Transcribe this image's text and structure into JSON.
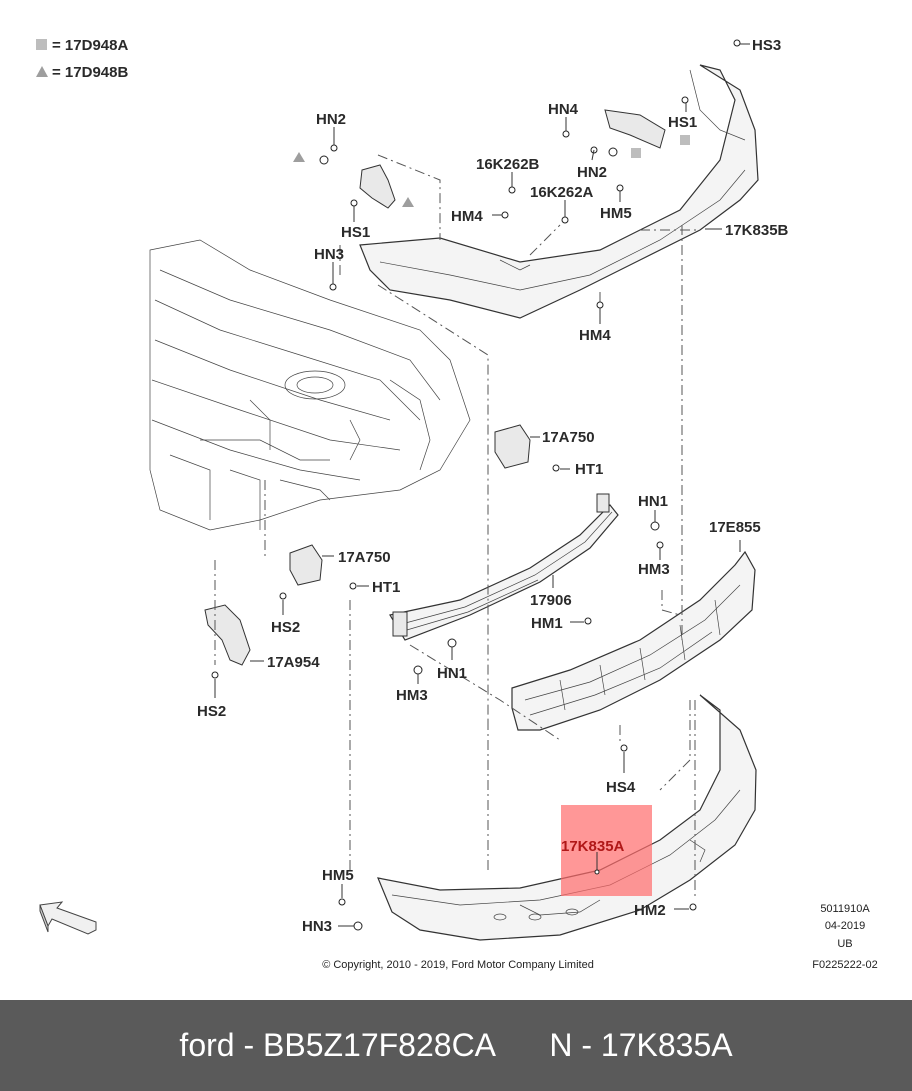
{
  "legend": [
    {
      "marker": "square",
      "text": "= 17D948A",
      "color": "#bdbdbd"
    },
    {
      "marker": "triangle",
      "text": "= 17D948B",
      "color": "#9e9e9e"
    }
  ],
  "labels": {
    "hs3": "HS3",
    "hn4": "HN4",
    "hs1_top": "HS1",
    "hn2_top": "HN2",
    "hn2_mid": "HN2",
    "k16_262b": "16K262B",
    "k16_262a": "16K262A",
    "hm5_top": "HM5",
    "hm4_left": "HM4",
    "hs1_left": "HS1",
    "k17_835b": "17K835B",
    "hn3_top": "HN3",
    "hm4_bottom": "HM4",
    "a17_750_top": "17A750",
    "ht1_top": "HT1",
    "hn1_right": "HN1",
    "e17_855": "17E855",
    "hm3_right": "HM3",
    "a17_750_left": "17A750",
    "ht1_left": "HT1",
    "p17906": "17906",
    "hs2_mid": "HS2",
    "hm1": "HM1",
    "a17_954": "17A954",
    "hn1_bottom": "HN1",
    "hm3_bottom": "HM3",
    "hs2_bottom": "HS2",
    "hs4": "HS4",
    "k17_835a": "17K835A",
    "hm5_bottom": "HM5",
    "hm2": "HM2",
    "hn3_bottom": "HN3"
  },
  "highlight": {
    "color": "#ff6b6b"
  },
  "meta": {
    "line1": "5011910A",
    "line2": "04-2019",
    "line3": "UB",
    "line4": "F0225222-02"
  },
  "copyright": "© Copyright, 2010 - 2019, Ford Motor Company Limited",
  "footer": {
    "brand": "ford - BB5Z17F828CA",
    "part": "N - 17K835A"
  }
}
